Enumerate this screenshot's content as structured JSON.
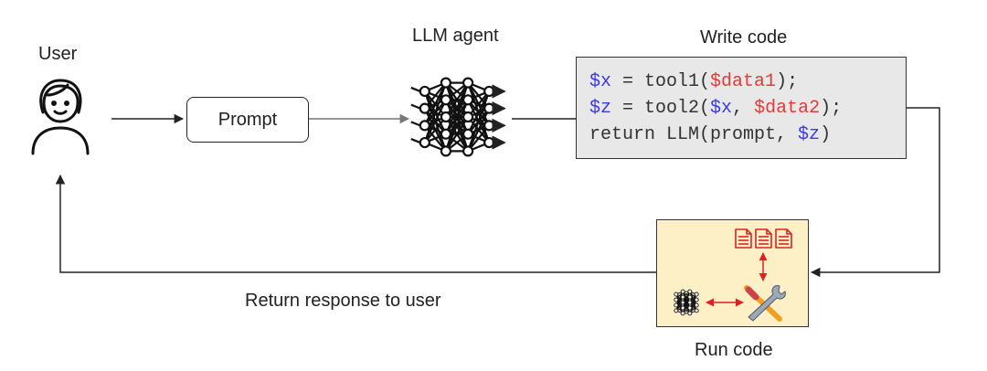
{
  "labels": {
    "user": "User",
    "llm_agent": "LLM agent",
    "write_code": "Write code",
    "prompt": "Prompt",
    "return_response": "Return response to user",
    "run_code": "Run code"
  },
  "code": {
    "line1": {
      "var": "$x",
      "mid": " = tool1(",
      "data": "$data1",
      "end": ");"
    },
    "line2": {
      "var": "$z",
      "mid": " = tool2(",
      "var2": "$x",
      "sep": ", ",
      "data": "$data2",
      "end": ");"
    },
    "line3": {
      "text": "return LLM(prompt, ",
      "var": "$z",
      "end": ")"
    }
  },
  "colors": {
    "var": "#3a3ae0",
    "data": "#e33a3a",
    "code_bg": "#e8e8e8",
    "run_bg": "#fdf0c6",
    "arrow": "#222222"
  },
  "icons": [
    "user-icon",
    "neural-network-icon",
    "document-icon",
    "tools-icon"
  ]
}
